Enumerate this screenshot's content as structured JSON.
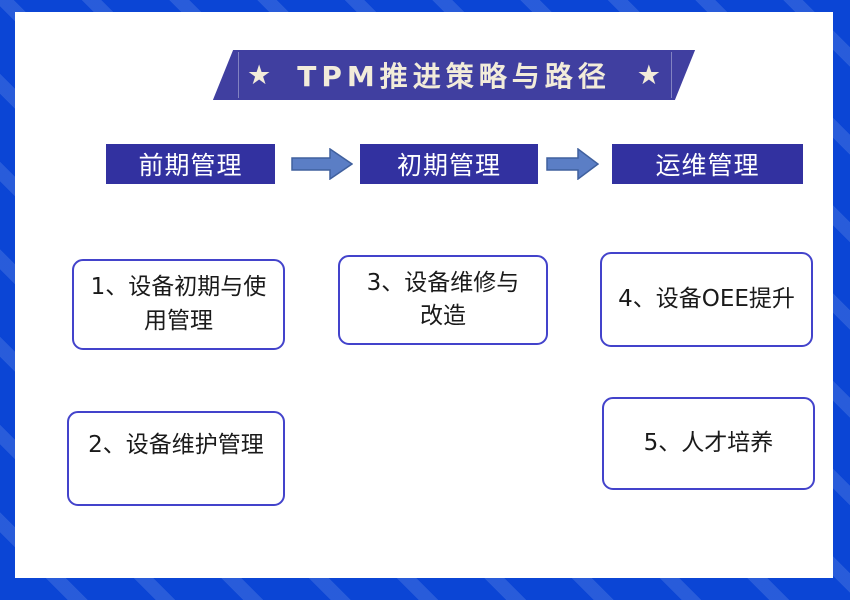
{
  "colors": {
    "frame_blue": "#0b45d5",
    "banner_bg": "#403fa0",
    "banner_text": "#f2ecda",
    "stage_bg": "#3231a0",
    "stage_text": "#ffffff",
    "arrow_fill": "#5b7ec5",
    "arrow_stroke": "#40609e",
    "item_border": "#4343cb",
    "item_text": "#1a1a1a"
  },
  "banner": {
    "title": "TPM推进策略与路径",
    "star": "★"
  },
  "flow": {
    "stages": [
      {
        "label": "前期管理"
      },
      {
        "label": "初期管理"
      },
      {
        "label": "运维管理"
      }
    ]
  },
  "items": [
    {
      "text": "1、设备初期与使\n用管理"
    },
    {
      "text": "2、设备维护管理"
    },
    {
      "text": "3、设备维修与\n改造"
    },
    {
      "text": "4、设备OEE提升"
    },
    {
      "text": "5、人才培养"
    }
  ]
}
